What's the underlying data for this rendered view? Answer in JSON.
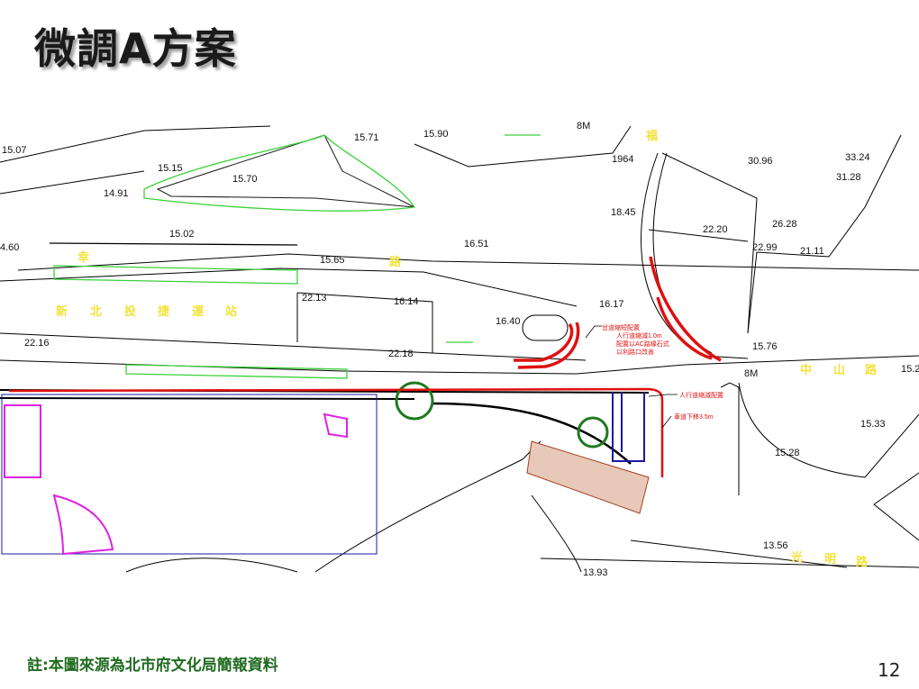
{
  "slide": {
    "title": "微調A方案",
    "note": "註:本圖來源為北市府文化局簡報資料",
    "page_number": "12"
  },
  "plan": {
    "station_label": [
      "新",
      "北",
      "投",
      "捷",
      "運",
      "站"
    ],
    "road_zhongshan": [
      "中",
      "山",
      "路"
    ],
    "road_guangming": [
      "光",
      "明",
      "路"
    ],
    "yellow_misc": [
      "幸",
      "路",
      "福"
    ],
    "elevations": [
      "15.07",
      "15.15",
      "14.91",
      "15.70",
      "15.71",
      "15.90",
      "15.02",
      "4.60",
      "16.51",
      "15.65",
      "22.13",
      "16.14",
      "22.16",
      "22.18",
      "16.40",
      "16.17",
      "18.45",
      "22.20",
      "30.96",
      "33.24",
      "31.28",
      "26.28",
      "22.99",
      "21.11",
      "15.76",
      "15.2",
      "15.33",
      "15.28",
      "13.56",
      "13.93",
      "1964",
      "8M",
      "8M"
    ],
    "annotations": {
      "a1": "岔道縮短配置",
      "a2": "人行道縮減1.0m",
      "a3": "配置以AC路緣石式",
      "a4": "以利路口改善",
      "a5": "人行道縮減配置",
      "a6": "車道下移3.5m"
    }
  },
  "colors": {
    "red": "#e01010",
    "green": "#3ad13a",
    "magenta": "#e020e0",
    "yellow": "#f2e23a",
    "dark_green": "#1f7a1f",
    "blue": "#1a1aa0"
  }
}
